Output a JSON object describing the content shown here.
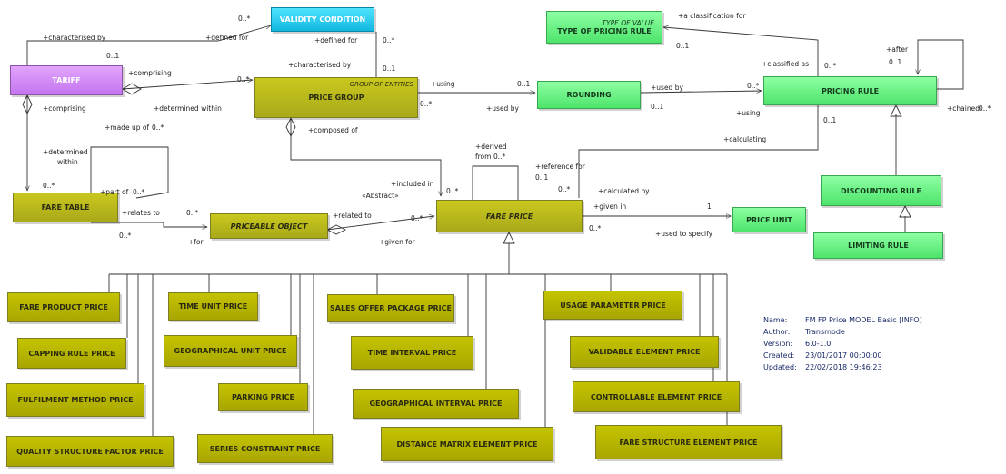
{
  "classes": {
    "validity_condition": "VALIDITY CONDITION",
    "tariff": "TARIFF",
    "price_group": "PRICE GROUP",
    "group_of_entities": "GROUP OF ENTITIES",
    "rounding": "ROUNDING",
    "type_of_value": "TYPE OF VALUE",
    "type_of_pricing_rule": "TYPE OF PRICING RULE",
    "pricing_rule": "PRICING RULE",
    "discounting_rule": "DISCOUNTING RULE",
    "limiting_rule": "LIMITING RULE",
    "fare_table": "FARE TABLE",
    "priceable_object": "PRICEABLE OBJECT",
    "fare_price": "FARE PRICE",
    "price_unit": "PRICE UNIT",
    "fare_product_price": "FARE PRODUCT PRICE",
    "capping_rule_price": "CAPPING RULE PRICE",
    "fulfilment_method_price": "FULFILMENT METHOD PRICE",
    "quality_structure_factor_price": "QUALITY STRUCTURE FACTOR PRICE",
    "time_unit_price": "TIME UNIT PRICE",
    "geographical_unit_price": "GEOGRAPHICAL UNIT PRICE",
    "parking_price": "PARKING PRICE",
    "series_constraint_price": "SERIES CONSTRAINT PRICE",
    "sales_offer_package_price": "SALES OFFER PACKAGE PRICE",
    "time_interval_price": "TIME INTERVAL PRICE",
    "geographical_interval_price": "GEOGRAPHICAL INTERVAL PRICE",
    "distance_matrix_element_price": "DISTANCE MATRIX ELEMENT PRICE",
    "usage_parameter_price": "USAGE PARAMETER PRICE",
    "validable_element_price": "VALIDABLE ELEMENT PRICE",
    "controllable_element_price": "CONTROLLABLE ELEMENT PRICE",
    "fare_structure_element_price": "FARE STRUCTURE ELEMENT PRICE"
  },
  "labels": {
    "characterised_by_1": "+characterised by",
    "mult_0_1_a": "0..1",
    "mult_0_star_a": "0..*",
    "defined_for_1": "+defined for",
    "defined_for_2": "+defined for",
    "mult_0_star_b": "0..*",
    "comprising_1": "+comprising",
    "mult_0_star_c": "0..*",
    "characterised_by_2": "+characterised by",
    "mult_0_1_b": "0..1",
    "determined_within_1": "+determined within",
    "comprising_2": "+comprising",
    "made_up_of": "+made up of",
    "mult_0_star_d": "0..*",
    "composed_of": "+composed of",
    "determined_within_2a": "+determined",
    "determined_within_2b": "within",
    "mult_0_star_e": "0..*",
    "part_of": "+part of",
    "mult_0_star_f": "0..*",
    "using_1": "+using",
    "mult_0_1_c": "0..1",
    "mult_0_star_g": "0..*",
    "used_by_1": "+used by",
    "used_by_2": "+used by",
    "mult_0_star_h": "0..*",
    "mult_0_1_d": "0..1",
    "using_2": "+using",
    "a_classification_for": "+a classification for",
    "mult_0_1_e": "0..1",
    "classified_as": "+classified as",
    "mult_0_star_i": "0..*",
    "after": "+after",
    "mult_0_1_f": "0..1",
    "chained": "+chained",
    "mult_0_star_j": "0..*",
    "mult_0_1_g": "0..1",
    "calculating": "+calculating",
    "derived_from_a": "+derived",
    "derived_from_b": "from",
    "mult_0_star_k": "0..*",
    "reference_for": "+reference for",
    "mult_0_1_h": "0..1",
    "mult_0_star_l": "0..*",
    "included_in": "+included in",
    "mult_0_star_m": "0..*",
    "abstract": "«Abstract»",
    "calculated_by": "+calculated by",
    "given_in": "+given in",
    "mult_1": "1",
    "mult_0_star_n": "0..*",
    "used_to_specify": "+used to specify",
    "relates_to": "+relates to",
    "mult_0_star_o": "0..*",
    "mult_0_star_p": "0..*",
    "for": "+for",
    "related_to": "+related to",
    "mult_0_star_q": "0..*",
    "given_for": "+given for"
  },
  "metadata": {
    "rows": [
      {
        "key": "Name:",
        "value": "FM FP Price MODEL Basic [INFO]"
      },
      {
        "key": "Author:",
        "value": "Transmode"
      },
      {
        "key": "Version:",
        "value": "6.0-1.0"
      },
      {
        "key": "Created:",
        "value": "23/01/2017 00:00:00"
      },
      {
        "key": "Updated:",
        "value": "22/02/2018 19:46:23"
      }
    ]
  }
}
